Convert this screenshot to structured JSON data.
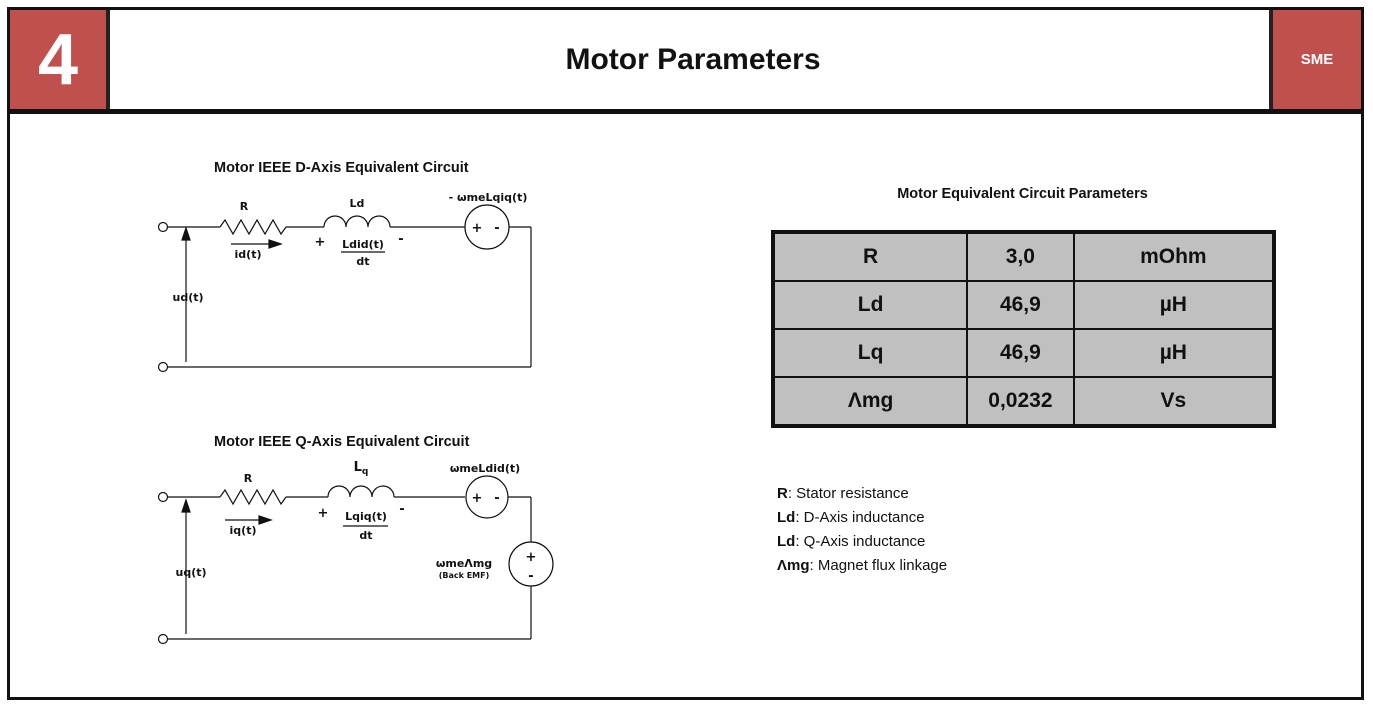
{
  "header": {
    "number": "4",
    "title": "Motor Parameters",
    "tag": "SME"
  },
  "d_axis": {
    "title": "Motor IEEE D-Axis Equivalent Circuit",
    "r_label": "R",
    "l_label": "Ld",
    "current_label": "id(t)",
    "voltage_label": "ud(t)",
    "plus": "+",
    "minus": "-",
    "ldi_num": "Ldid(t)",
    "ldi_den": "dt",
    "source_label": "- ωmeLqiq(t)",
    "source_plus": "+",
    "source_minus": "-"
  },
  "q_axis": {
    "title": "Motor IEEE Q-Axis Equivalent Circuit",
    "r_label": "R",
    "l_label": "L",
    "l_sub": "q",
    "current_label": "iq(t)",
    "voltage_label": "uq(t)",
    "plus": "+",
    "minus": "-",
    "ldi_num": "Lqiq(t)",
    "ldi_den": "dt",
    "source_label": "ωmeLdid(t)",
    "source_plus": "+",
    "source_minus": "-",
    "emf_label": "ωmeΛmg",
    "emf_sub": "(Back EMF)",
    "emf_plus": "+",
    "emf_minus": "-"
  },
  "params": {
    "title": "Motor Equivalent Circuit Parameters",
    "rows": [
      {
        "name": "R",
        "value": "3,0",
        "unit": "mOhm"
      },
      {
        "name": "Ld",
        "value": "46,9",
        "unit": "µH"
      },
      {
        "name": "Lq",
        "value": "46,9",
        "unit": "µH"
      },
      {
        "name": "Λmg",
        "value": "0,0232",
        "unit": "Vs"
      }
    ]
  },
  "legend": [
    {
      "key": "R",
      "text": ": Stator resistance"
    },
    {
      "key": "Ld",
      "text": ": D-Axis inductance"
    },
    {
      "key": "Ld",
      "text": ": Q-Axis inductance"
    },
    {
      "key": "Λmg",
      "text": ": Magnet flux linkage"
    }
  ]
}
